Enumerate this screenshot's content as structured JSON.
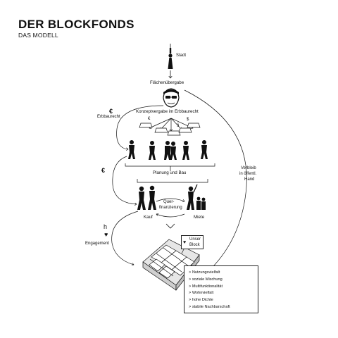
{
  "title": "DER BLOCKFONDS",
  "subtitle": "DAS MODELL",
  "labels": {
    "stadt": "Stadt",
    "flaechenuebergabe": "Flächenübergabe",
    "konzeptvergabe": "Konzeptvergabe im Erbbaurecht",
    "erbbaurecht": "Erbbaurecht",
    "planung_und_bau": "Planung und Bau",
    "querfinanzierung_1": "Quer-",
    "querfinanzierung_2": "finanzierung",
    "kauf": "Kauf",
    "miete": "Miete",
    "engagement": "Engagement",
    "verbleib_1": "Verbleib",
    "verbleib_2": "in öffentl.",
    "verbleib_3": "Hand",
    "unser_1": "Unser",
    "unser_2": "Block"
  },
  "symbols": {
    "euro_top": "€",
    "euro_mid": "€",
    "h_symbol": "h",
    "heart_left": "♥",
    "heart_tag": "♥",
    "small_euro": "€",
    "small_paragraph": "§",
    "small_dollar": "$"
  },
  "qualities": [
    "Nutzungsvielfalt",
    "soziale Mischung",
    "Multifunktionalität",
    "Wohnvielfalt",
    "hohe Dichte",
    "stabile Nachbarschaft"
  ],
  "colors": {
    "ink": "#111111",
    "background": "#ffffff",
    "block_fill": "#e6e6e6"
  }
}
